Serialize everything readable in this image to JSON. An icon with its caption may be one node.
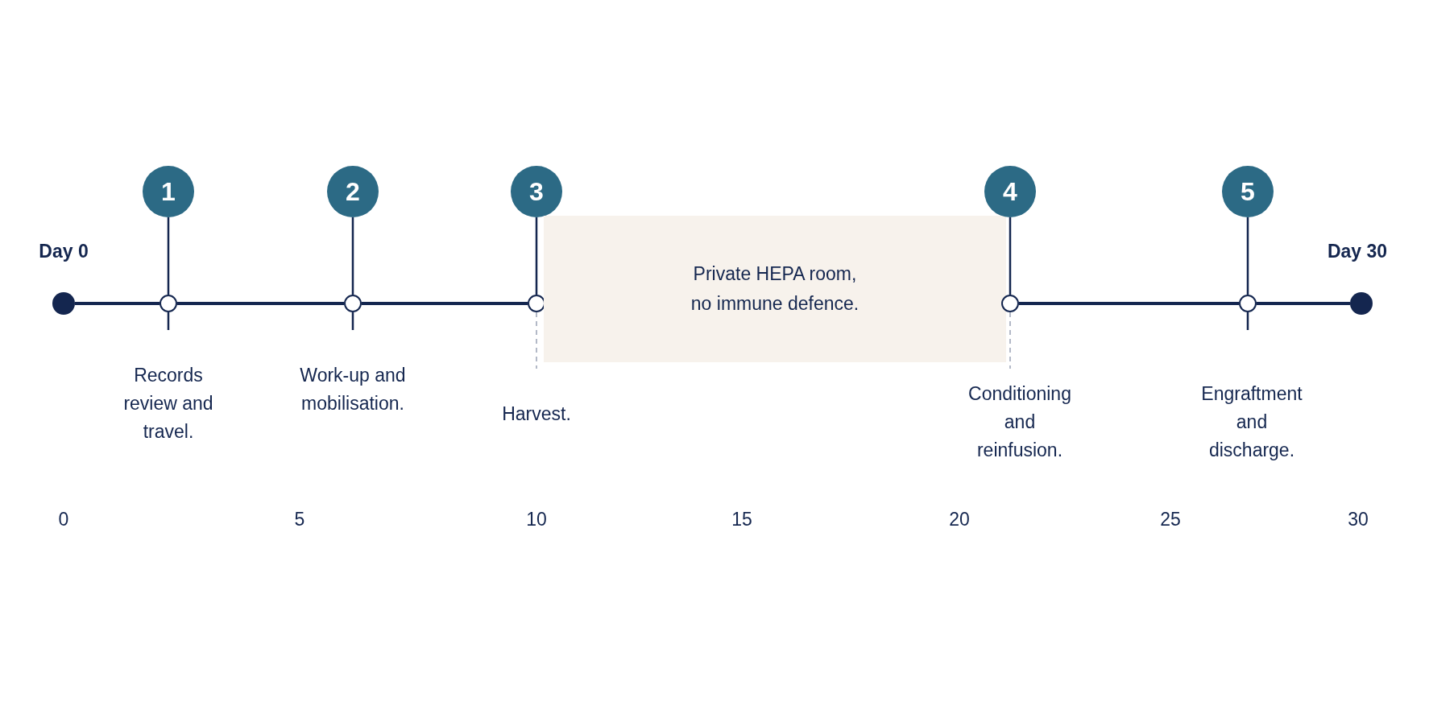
{
  "diagram": {
    "nodes": [
      {
        "text": [],
        "shape": "circle",
        "beside": [
          "Day 0"
        ]
      },
      {
        "text": [
          "1"
        ]
      },
      {
        "text": [],
        "shape": "circle"
      },
      {
        "text": [
          "2"
        ]
      },
      {
        "text": [],
        "shape": "circle"
      },
      {
        "text": [
          "3"
        ]
      },
      {
        "text": [],
        "shape": "circle"
      },
      {
        "text": [
          "Private HEPA room, no immune defence."
        ]
      },
      {
        "text": [
          "4"
        ]
      },
      {
        "text": [],
        "shape": "circle"
      },
      {
        "text": [
          "5"
        ]
      },
      {
        "text": [],
        "shape": "circle"
      },
      {
        "text": [],
        "shape": "circle",
        "beside": [
          "Day 30"
        ]
      }
    ],
    "edges": [
      {
        "from": 0,
        "to": 2,
        "arrow": "none"
      },
      {
        "from": 2,
        "to": 4,
        "arrow": "none"
      },
      {
        "from": 4,
        "to": 6,
        "arrow": "none"
      },
      {
        "from": 9,
        "to": 11,
        "arrow": "none"
      },
      {
        "from": 11,
        "to": 12,
        "arrow": "none"
      },
      {
        "from": 1,
        "to": 2,
        "arrow": "none"
      },
      {
        "from": 3,
        "to": 4,
        "arrow": "none"
      },
      {
        "from": 5,
        "to": 6,
        "arrow": "none"
      },
      {
        "from": 8,
        "to": 9,
        "arrow": "none"
      },
      {
        "from": 10,
        "to": 11,
        "arrow": "none"
      }
    ],
    "labels": [
      "Records review and travel.",
      "Work-up and mobilisation.",
      "Harvest.",
      "Conditioning and reinfusion.",
      "Engraftment and discharge.",
      "0",
      "5",
      "10",
      "15",
      "20",
      "25",
      "30"
    ]
  }
}
